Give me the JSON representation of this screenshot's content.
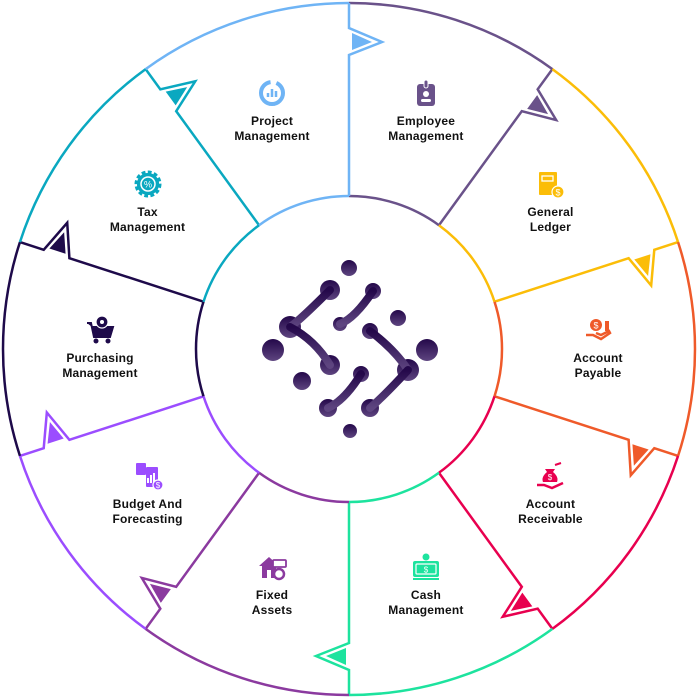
{
  "segments": [
    {
      "id": "employee-management",
      "lines": [
        "Employee",
        "Management"
      ],
      "color": "#6a528a",
      "icon": "id-badge-icon"
    },
    {
      "id": "general-ledger",
      "lines": [
        "General",
        "Ledger"
      ],
      "color": "#fbbd08",
      "icon": "ledger-book-icon"
    },
    {
      "id": "account-payable",
      "lines": [
        "Account",
        "Payable"
      ],
      "color": "#ef5a2a",
      "icon": "hand-money-icon"
    },
    {
      "id": "account-receivable",
      "lines": [
        "Account",
        "Receivable"
      ],
      "color": "#e8004f",
      "icon": "money-bag-hand-icon"
    },
    {
      "id": "cash-management",
      "lines": [
        "Cash",
        "Management"
      ],
      "color": "#1de39e",
      "icon": "cash-note-icon"
    },
    {
      "id": "fixed-assets",
      "lines": [
        "Fixed",
        "Assets"
      ],
      "color": "#8b3a9f",
      "icon": "house-gear-icon"
    },
    {
      "id": "budget-and-forecasting",
      "lines": [
        "Budget And",
        "Forecasting"
      ],
      "color": "#9b4dff",
      "icon": "budget-chart-icon"
    },
    {
      "id": "purchasing-management",
      "lines": [
        "Purchasing",
        "Management"
      ],
      "color": "#1e0a4a",
      "icon": "cart-gear-icon"
    },
    {
      "id": "tax-management",
      "lines": [
        "Tax",
        "Management"
      ],
      "color": "#0aa8c0",
      "icon": "gear-percent-icon"
    },
    {
      "id": "project-management",
      "lines": [
        "Project",
        "Management"
      ],
      "color": "#6fb4f5",
      "icon": "chart-ring-icon"
    }
  ],
  "logo": {
    "colors": [
      "#24084a",
      "#5e4580"
    ]
  }
}
